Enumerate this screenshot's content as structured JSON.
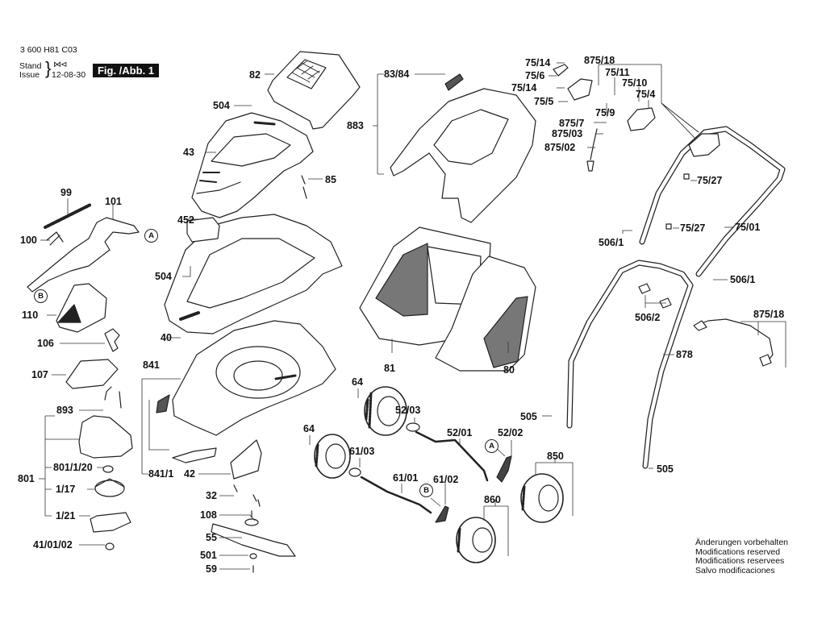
{
  "header": {
    "part_number": "3 600 H81 C03",
    "stand_label": "Stand",
    "issue_label": "Issue",
    "issue_date": "12-08-30",
    "figure_label": "Fig. /Abb. 1"
  },
  "notes": [
    "Änderungen vorbehalten",
    "Modifications reserved",
    "Modifications reservees",
    "Salvo modificaciones"
  ],
  "callouts": {
    "A": "A",
    "B": "B"
  },
  "parts": {
    "p82": "82",
    "p504a": "504",
    "p43": "43",
    "p85": "85",
    "p883": "883",
    "p83_84": "83/84",
    "p99": "99",
    "p101": "101",
    "p100": "100",
    "p452": "452",
    "p504b": "504",
    "p110": "110",
    "p40": "40",
    "p106": "106",
    "p107": "107",
    "p841": "841",
    "p893": "893",
    "p801": "801",
    "p801_1_20": "801/1/20",
    "p1_17": "1/17",
    "p1_21": "1/21",
    "p41_01_02": "41/01/02",
    "p841_1": "841/1",
    "p42": "42",
    "p32": "32",
    "p108": "108",
    "p55": "55",
    "p501": "501",
    "p59": "59",
    "p81": "81",
    "p80": "80",
    "p64a": "64",
    "p64b": "64",
    "p52_03": "52/03",
    "p52_01": "52/01",
    "p52_02": "52/02",
    "p61_03": "61/03",
    "p61_01": "61/01",
    "p61_02": "61/02",
    "p850": "850",
    "p860": "860",
    "p505a": "505",
    "p505b": "505",
    "p75_14a": "75/14",
    "p75_6": "75/6",
    "p75_14b": "75/14",
    "p75_5": "75/5",
    "p875_18a": "875/18",
    "p75_11": "75/11",
    "p75_10": "75/10",
    "p75_4": "75/4",
    "p75_9": "75/9",
    "p875_7": "875/7",
    "p875_03": "875/03",
    "p875_02": "875/02",
    "p75_27a": "75/27",
    "p75_27b": "75/27",
    "p75_01": "75/01",
    "p506_1a": "506/1",
    "p506_1b": "506/1",
    "p506_2": "506/2",
    "p875_18b": "875/18",
    "p878": "878"
  }
}
